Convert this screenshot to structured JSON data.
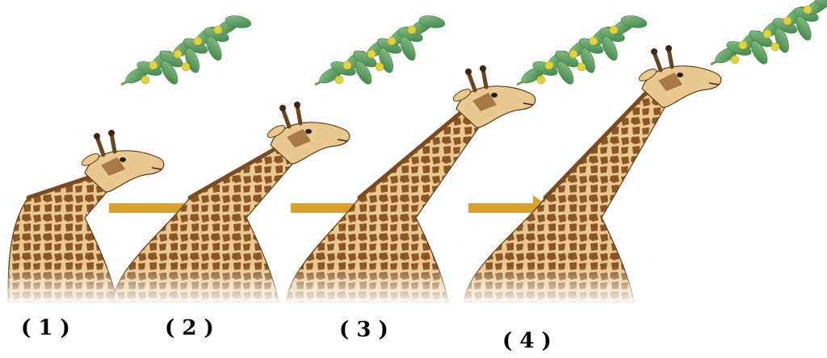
{
  "diagram": {
    "stages": [
      {
        "label": "( 1 )",
        "neck_stretch": 0
      },
      {
        "label": "( 2 )",
        "neck_stretch": 1
      },
      {
        "label": "( 3 )",
        "neck_stretch": 2
      },
      {
        "label": "( 4 )",
        "neck_stretch": 3
      }
    ]
  },
  "colors": {
    "arrow": "#D8A02C",
    "giraffe_base": "#E9C98F",
    "giraffe_patch": "#8B5526",
    "giraffe_outline": "#5E3A18",
    "leaf": "#5FA564",
    "leaf_dark": "#3B7F46",
    "flower": "#E3D23A",
    "branch": "#7E9B5A"
  },
  "icons": {
    "giraffe": "giraffe-icon",
    "foliage": "acacia-branch-icon",
    "arrow": "arrow-right-icon"
  }
}
